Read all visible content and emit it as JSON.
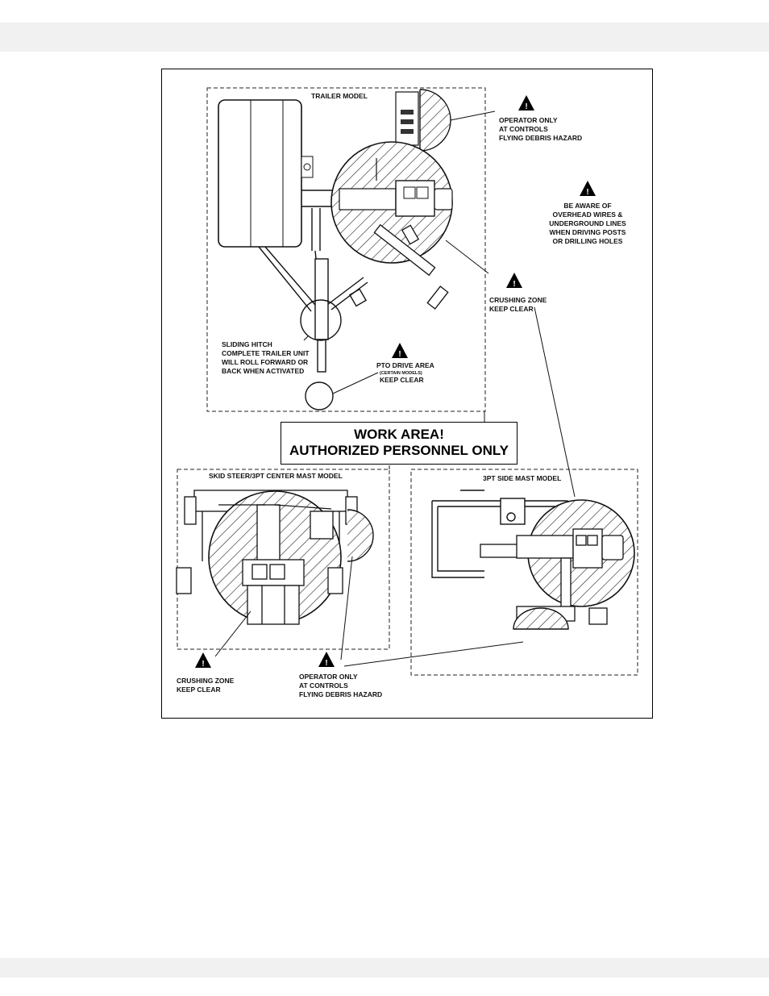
{
  "figure": {
    "trailer_model_title": "TRAILER MODEL",
    "skid_steer_title": "SKID STEER/3PT CENTER MAST MODEL",
    "side_mast_title": "3PT SIDE MAST MODEL",
    "work_area_sign": {
      "line1": "WORK AREA!",
      "line2": "AUTHORIZED PERSONNEL ONLY"
    },
    "warnings": {
      "operator_top": [
        "OPERATOR ONLY",
        "AT CONTROLS",
        "FLYING DEBRIS HAZARD"
      ],
      "overhead": [
        "BE AWARE OF",
        "OVERHEAD WIRES &",
        "UNDERGROUND LINES",
        "WHEN DRIVING POSTS",
        "OR DRILLING HOLES"
      ],
      "crushing_right": [
        "CRUSHING ZONE",
        "KEEP CLEAR"
      ],
      "sliding_hitch": [
        "SLIDING HITCH",
        "COMPLETE TRAILER UNIT",
        "WILL ROLL FORWARD OR",
        "BACK WHEN ACTIVATED"
      ],
      "pto": {
        "line1": "PTO DRIVE AREA",
        "line2": "(CERTAIN MODELS)",
        "line3": "KEEP CLEAR"
      },
      "crushing_bottom": [
        "CRUSHING ZONE",
        "KEEP CLEAR"
      ],
      "operator_bottom": [
        "OPERATOR ONLY",
        "AT CONTROLS",
        "FLYING DEBRIS HAZARD"
      ]
    },
    "warning_symbol": "!"
  }
}
